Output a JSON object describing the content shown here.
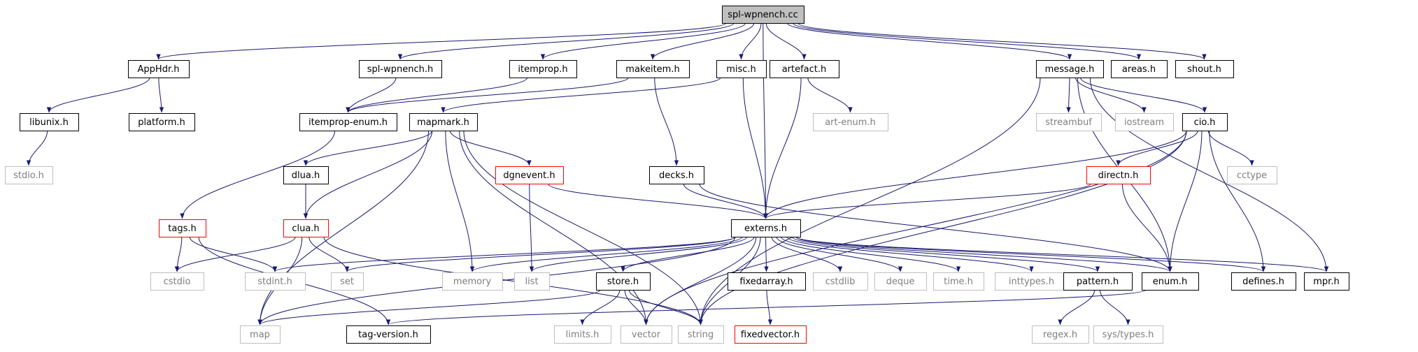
{
  "diagram": {
    "colors": {
      "edge": "#191970",
      "border_default": "#000000",
      "border_red": "#ff0000",
      "border_gray": "#bfbfbf",
      "fill_root": "#bfbfbf",
      "fill_default": "#ffffff",
      "text_default": "#000000",
      "text_gray": "#7f7f7f"
    },
    "nodes": [
      {
        "id": "spl_wpnench_cc",
        "label": "spl-wpnench.cc",
        "style": "root"
      },
      {
        "id": "apphdr_h",
        "label": "AppHdr.h",
        "style": "default"
      },
      {
        "id": "spl_wpnench_h",
        "label": "spl-wpnench.h",
        "style": "default"
      },
      {
        "id": "itemprop_h",
        "label": "itemprop.h",
        "style": "default"
      },
      {
        "id": "makeitem_h",
        "label": "makeitem.h",
        "style": "default"
      },
      {
        "id": "misc_h",
        "label": "misc.h",
        "style": "default"
      },
      {
        "id": "artefact_h",
        "label": "artefact.h",
        "style": "default"
      },
      {
        "id": "message_h",
        "label": "message.h",
        "style": "default"
      },
      {
        "id": "areas_h",
        "label": "areas.h",
        "style": "default"
      },
      {
        "id": "shout_h",
        "label": "shout.h",
        "style": "default"
      },
      {
        "id": "libunix_h",
        "label": "libunix.h",
        "style": "default"
      },
      {
        "id": "platform_h",
        "label": "platform.h",
        "style": "default"
      },
      {
        "id": "itemprop_enum_h",
        "label": "itemprop-enum.h",
        "style": "default"
      },
      {
        "id": "mapmark_h",
        "label": "mapmark.h",
        "style": "default"
      },
      {
        "id": "art_enum_h",
        "label": "art-enum.h",
        "style": "gray"
      },
      {
        "id": "streambuf",
        "label": "streambuf",
        "style": "gray"
      },
      {
        "id": "iostream",
        "label": "iostream",
        "style": "gray"
      },
      {
        "id": "cio_h",
        "label": "cio.h",
        "style": "default"
      },
      {
        "id": "stdio_h",
        "label": "stdio.h",
        "style": "gray"
      },
      {
        "id": "dlua_h",
        "label": "dlua.h",
        "style": "default"
      },
      {
        "id": "dgnevent_h",
        "label": "dgnevent.h",
        "style": "red"
      },
      {
        "id": "decks_h",
        "label": "decks.h",
        "style": "default"
      },
      {
        "id": "directn_h",
        "label": "directn.h",
        "style": "red"
      },
      {
        "id": "cctype",
        "label": "cctype",
        "style": "gray"
      },
      {
        "id": "tags_h",
        "label": "tags.h",
        "style": "red"
      },
      {
        "id": "clua_h",
        "label": "clua.h",
        "style": "red"
      },
      {
        "id": "externs_h",
        "label": "externs.h",
        "style": "default"
      },
      {
        "id": "cstdio",
        "label": "cstdio",
        "style": "gray"
      },
      {
        "id": "stdint_h",
        "label": "stdint.h",
        "style": "gray"
      },
      {
        "id": "set",
        "label": "set",
        "style": "gray"
      },
      {
        "id": "memory",
        "label": "memory",
        "style": "gray"
      },
      {
        "id": "list",
        "label": "list",
        "style": "gray"
      },
      {
        "id": "store_h",
        "label": "store.h",
        "style": "default"
      },
      {
        "id": "fixedarray_h",
        "label": "fixedarray.h",
        "style": "default"
      },
      {
        "id": "cstdlib",
        "label": "cstdlib",
        "style": "gray"
      },
      {
        "id": "deque",
        "label": "deque",
        "style": "gray"
      },
      {
        "id": "time_h",
        "label": "time.h",
        "style": "gray"
      },
      {
        "id": "inttypes_h",
        "label": "inttypes.h",
        "style": "gray"
      },
      {
        "id": "pattern_h",
        "label": "pattern.h",
        "style": "default"
      },
      {
        "id": "enum_h",
        "label": "enum.h",
        "style": "default"
      },
      {
        "id": "defines_h",
        "label": "defines.h",
        "style": "default"
      },
      {
        "id": "mpr_h",
        "label": "mpr.h",
        "style": "default"
      },
      {
        "id": "map",
        "label": "map",
        "style": "gray"
      },
      {
        "id": "tag_version_h",
        "label": "tag-version.h",
        "style": "default"
      },
      {
        "id": "limits_h",
        "label": "limits.h",
        "style": "gray"
      },
      {
        "id": "vector",
        "label": "vector",
        "style": "gray"
      },
      {
        "id": "string",
        "label": "string",
        "style": "gray"
      },
      {
        "id": "fixedvector_h",
        "label": "fixedvector.h",
        "style": "red"
      },
      {
        "id": "regex_h",
        "label": "regex.h",
        "style": "gray"
      },
      {
        "id": "sys_types_h",
        "label": "sys/types.h",
        "style": "gray"
      }
    ],
    "edges": [
      [
        "spl_wpnench_cc",
        "apphdr_h"
      ],
      [
        "spl_wpnench_cc",
        "spl_wpnench_h"
      ],
      [
        "spl_wpnench_cc",
        "itemprop_h"
      ],
      [
        "spl_wpnench_cc",
        "makeitem_h"
      ],
      [
        "spl_wpnench_cc",
        "misc_h"
      ],
      [
        "spl_wpnench_cc",
        "artefact_h"
      ],
      [
        "spl_wpnench_cc",
        "externs_h"
      ],
      [
        "spl_wpnench_cc",
        "message_h"
      ],
      [
        "spl_wpnench_cc",
        "areas_h"
      ],
      [
        "spl_wpnench_cc",
        "shout_h"
      ],
      [
        "apphdr_h",
        "libunix_h"
      ],
      [
        "apphdr_h",
        "platform_h"
      ],
      [
        "libunix_h",
        "stdio_h"
      ],
      [
        "spl_wpnench_h",
        "itemprop_enum_h"
      ],
      [
        "itemprop_h",
        "itemprop_enum_h"
      ],
      [
        "makeitem_h",
        "itemprop_enum_h"
      ],
      [
        "makeitem_h",
        "decks_h"
      ],
      [
        "misc_h",
        "mapmark_h"
      ],
      [
        "misc_h",
        "externs_h"
      ],
      [
        "artefact_h",
        "art_enum_h"
      ],
      [
        "artefact_h",
        "externs_h"
      ],
      [
        "itemprop_enum_h",
        "tags_h"
      ],
      [
        "mapmark_h",
        "dlua_h"
      ],
      [
        "mapmark_h",
        "dgnevent_h"
      ],
      [
        "mapmark_h",
        "clua_h"
      ],
      [
        "mapmark_h",
        "memory"
      ],
      [
        "mapmark_h",
        "map"
      ],
      [
        "mapmark_h",
        "vector"
      ],
      [
        "mapmark_h",
        "string"
      ],
      [
        "dlua_h",
        "clua_h"
      ],
      [
        "dgnevent_h",
        "externs_h"
      ],
      [
        "dgnevent_h",
        "list"
      ],
      [
        "decks_h",
        "externs_h"
      ],
      [
        "decks_h",
        "enum_h"
      ],
      [
        "tags_h",
        "cstdio"
      ],
      [
        "tags_h",
        "stdint_h"
      ],
      [
        "tags_h",
        "tag_version_h"
      ],
      [
        "clua_h",
        "cstdio"
      ],
      [
        "clua_h",
        "set"
      ],
      [
        "clua_h",
        "map"
      ],
      [
        "clua_h",
        "string"
      ],
      [
        "message_h",
        "streambuf"
      ],
      [
        "message_h",
        "iostream"
      ],
      [
        "message_h",
        "cio_h"
      ],
      [
        "message_h",
        "enum_h"
      ],
      [
        "message_h",
        "mpr_h"
      ],
      [
        "message_h",
        "string"
      ],
      [
        "cio_h",
        "externs_h"
      ],
      [
        "cio_h",
        "directn_h"
      ],
      [
        "cio_h",
        "cctype"
      ],
      [
        "cio_h",
        "enum_h"
      ],
      [
        "cio_h",
        "defines_h"
      ],
      [
        "cio_h",
        "vector"
      ],
      [
        "cio_h",
        "string"
      ],
      [
        "directn_h",
        "externs_h"
      ],
      [
        "directn_h",
        "enum_h"
      ],
      [
        "externs_h",
        "stdint_h"
      ],
      [
        "externs_h",
        "set"
      ],
      [
        "externs_h",
        "memory"
      ],
      [
        "externs_h",
        "list"
      ],
      [
        "externs_h",
        "store_h"
      ],
      [
        "externs_h",
        "fixedarray_h"
      ],
      [
        "externs_h",
        "cstdlib"
      ],
      [
        "externs_h",
        "deque"
      ],
      [
        "externs_h",
        "time_h"
      ],
      [
        "externs_h",
        "inttypes_h"
      ],
      [
        "externs_h",
        "pattern_h"
      ],
      [
        "externs_h",
        "enum_h"
      ],
      [
        "externs_h",
        "defines_h"
      ],
      [
        "externs_h",
        "mpr_h"
      ],
      [
        "externs_h",
        "map"
      ],
      [
        "externs_h",
        "vector"
      ],
      [
        "externs_h",
        "string"
      ],
      [
        "store_h",
        "map"
      ],
      [
        "store_h",
        "limits_h"
      ],
      [
        "store_h",
        "vector"
      ],
      [
        "store_h",
        "string"
      ],
      [
        "fixedarray_h",
        "fixedvector_h"
      ],
      [
        "pattern_h",
        "regex_h"
      ],
      [
        "pattern_h",
        "sys_types_h"
      ],
      [
        "enum_h",
        "tag_version_h"
      ]
    ]
  }
}
